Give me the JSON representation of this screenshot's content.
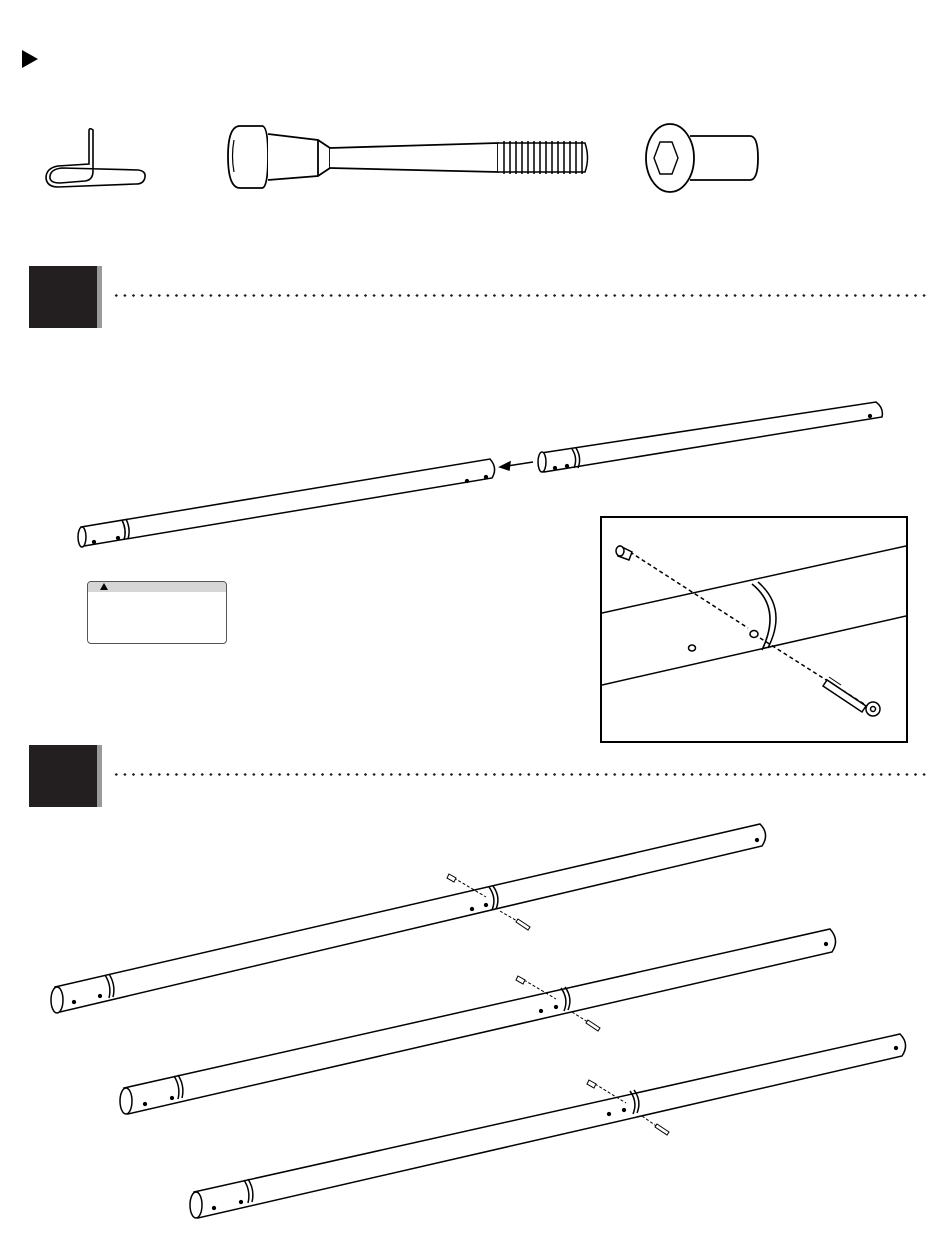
{
  "page": {
    "marker_icon": "right-triangle-marker-icon"
  },
  "hardware": [
    {
      "name": "allen-key",
      "icon": "hex-key-icon"
    },
    {
      "name": "long-bolt",
      "icon": "socket-cap-bolt-icon"
    },
    {
      "name": "barrel-nut",
      "icon": "barrel-nut-icon"
    }
  ],
  "steps": [
    {
      "id": "step-1",
      "number": "",
      "block_color": "#231f20",
      "shadow_color": "#9a9a9a"
    },
    {
      "id": "step-2",
      "number": "",
      "block_color": "#231f20",
      "shadow_color": "#9a9a9a"
    }
  ],
  "warning": {
    "icon": "warning-triangle-icon",
    "text": ""
  },
  "detail": {
    "icon": "bolt-insert-detail"
  },
  "colors": {
    "ink": "#000000",
    "block": "#231f20",
    "shadow": "#9a9a9a",
    "warning_header": "#d6d6d6"
  }
}
